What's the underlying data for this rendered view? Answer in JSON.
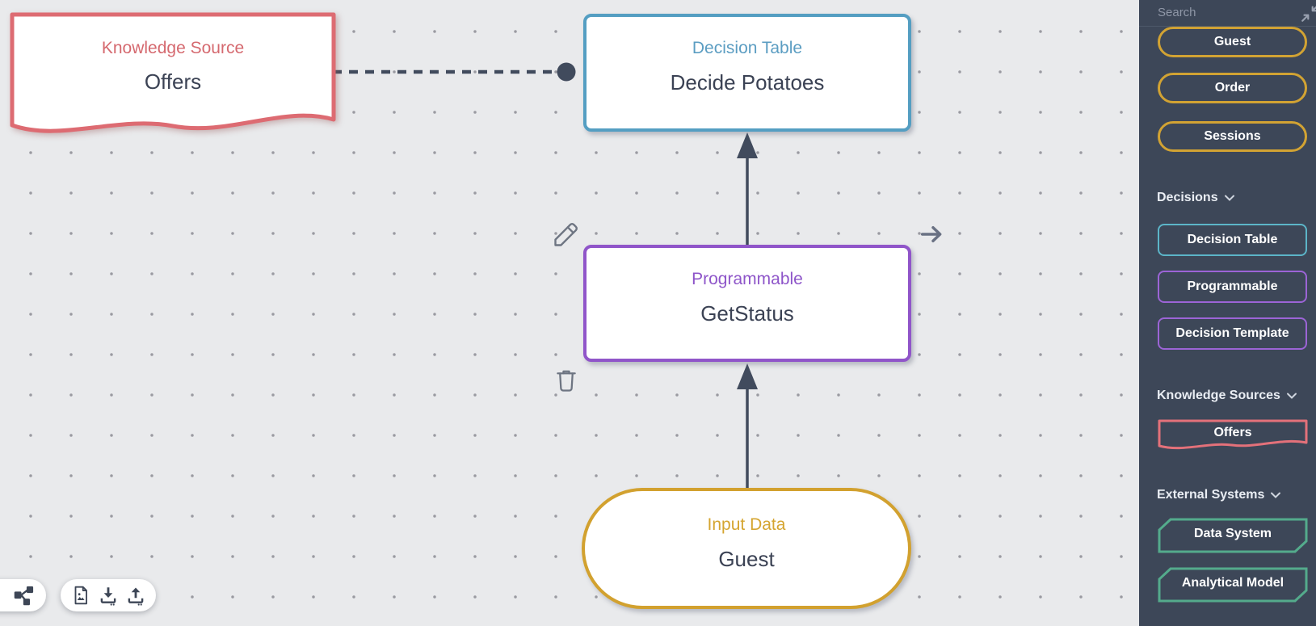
{
  "canvas": {
    "nodes": [
      {
        "type": "Knowledge Source",
        "name": "Offers"
      },
      {
        "type": "Decision Table",
        "name": "Decide Potatoes"
      },
      {
        "type": "Programmable",
        "name": "GetStatus"
      },
      {
        "type": "Input Data",
        "name": "Guest"
      }
    ],
    "edges": [
      {
        "kind": "association-dashed",
        "from": "Offers",
        "to": "Decide Potatoes"
      },
      {
        "kind": "requirement-arrow",
        "from": "GetStatus",
        "to": "Decide Potatoes"
      },
      {
        "kind": "requirement-arrow",
        "from": "Guest",
        "to": "GetStatus"
      }
    ],
    "node_action_icons": [
      "edit-pencil-icon",
      "delete-trash-icon",
      "connect-arrow-icon"
    ],
    "toolbar_icons": [
      "auto-layout-icon",
      "export-image-icon",
      "download-icon",
      "upload-icon"
    ]
  },
  "palette": {
    "search_placeholder": "Search",
    "collapse_icon": "collapse-diagonal-icon",
    "input_data_items": [
      "Guest",
      "Order",
      "Sessions"
    ],
    "sections": [
      {
        "label": "Decisions",
        "items": [
          "Decision Table",
          "Programmable",
          "Decision Template"
        ]
      },
      {
        "label": "Knowledge Sources",
        "items": [
          "Offers"
        ]
      },
      {
        "label": "External Systems",
        "items": [
          "Data System",
          "Analytical Model"
        ]
      }
    ]
  },
  "colors": {
    "canvas_background": "#e9eaec",
    "sidebar_background": "#3d4758",
    "node_text": "#3b4254",
    "edge": "#414b5d",
    "decision_table_accent": "#549ec2",
    "programmable_accent": "#9055c9",
    "input_data_accent": "#d2a12f",
    "knowledge_source_accent": "#dd6b72",
    "external_system_accent": "#54ab8c",
    "sidebar_teal": "#5cb5c8",
    "sidebar_purple": "#9c64d6",
    "sidebar_red": "#e4717a",
    "sidebar_gold": "#d2a333"
  }
}
